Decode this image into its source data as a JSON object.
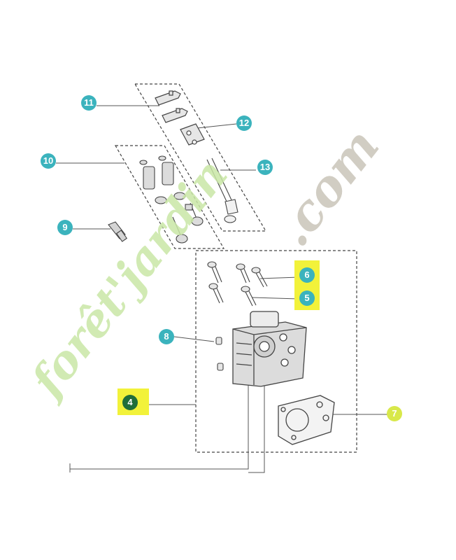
{
  "callouts": [
    {
      "id": "11",
      "label": "11",
      "color": "#3bb3bd"
    },
    {
      "id": "12",
      "label": "12",
      "color": "#3bb3bd"
    },
    {
      "id": "10",
      "label": "10",
      "color": "#3bb3bd"
    },
    {
      "id": "13",
      "label": "13",
      "color": "#3bb3bd"
    },
    {
      "id": "9",
      "label": "9",
      "color": "#3bb3bd"
    },
    {
      "id": "6",
      "label": "6",
      "color": "#3bb3bd",
      "highlight": true
    },
    {
      "id": "5",
      "label": "5",
      "color": "#3bb3bd",
      "highlight": true
    },
    {
      "id": "8",
      "label": "8",
      "color": "#3bb3bd"
    },
    {
      "id": "4",
      "label": "4",
      "color": "#1f6e3a",
      "highlight": true
    },
    {
      "id": "7",
      "label": "7",
      "color": "#d8e84a"
    }
  ],
  "watermark": {
    "main": "forêt'jardin",
    "suffix": ".com",
    "main_color": "#c9e7a6",
    "accent_color": "#f6c08a",
    "suffix_color": "#cdc8bd"
  },
  "colors": {
    "highlight": "#f2f23a",
    "line": "#555555",
    "part_stroke": "#444444",
    "part_fill": "#e6e6e6"
  }
}
